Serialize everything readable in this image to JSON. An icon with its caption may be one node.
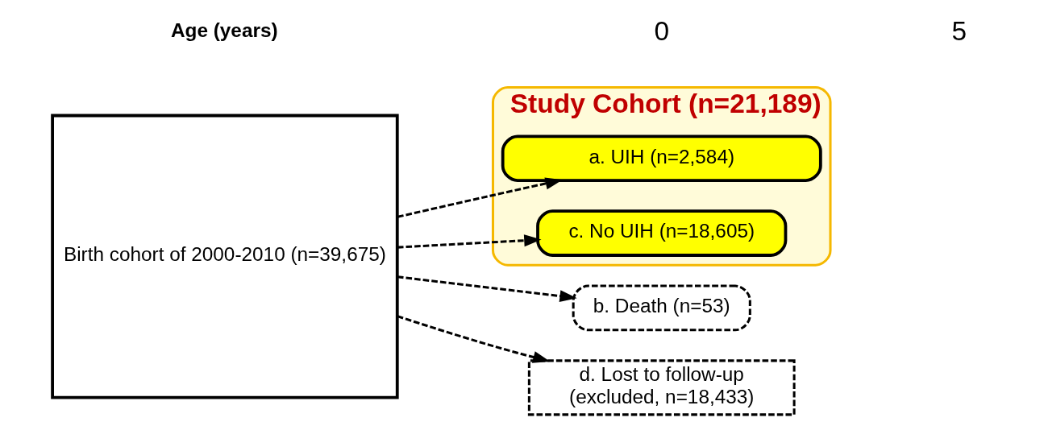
{
  "diagram": {
    "nodes": [
      {
        "text": [
          "Birth cohort of 2000-2010 (n=39,675)"
        ]
      },
      {
        "text": [
          "Study Cohort (n=21,189)"
        ]
      },
      {
        "text": [
          "a. UIH (n=2,584)"
        ],
        "in": 1
      },
      {
        "text": [
          "c. No UIH (n=18,605)"
        ],
        "in": 1
      },
      {
        "text": [
          "b. Death (n=53)"
        ]
      },
      {
        "text": [
          "d. Lost to follow-up",
          "(excluded, n=18,433)"
        ]
      }
    ],
    "edges": [
      {
        "from": 0,
        "to": 2,
        "arrow": "to",
        "style": "dashed"
      },
      {
        "from": 0,
        "to": 3,
        "arrow": "to",
        "style": "dashed"
      },
      {
        "from": 0,
        "to": 4,
        "arrow": "to",
        "style": "dashed"
      },
      {
        "from": 0,
        "to": 5,
        "arrow": "to",
        "style": "dashed"
      }
    ],
    "labels": [
      "Age (years)",
      "0",
      "5"
    ]
  }
}
